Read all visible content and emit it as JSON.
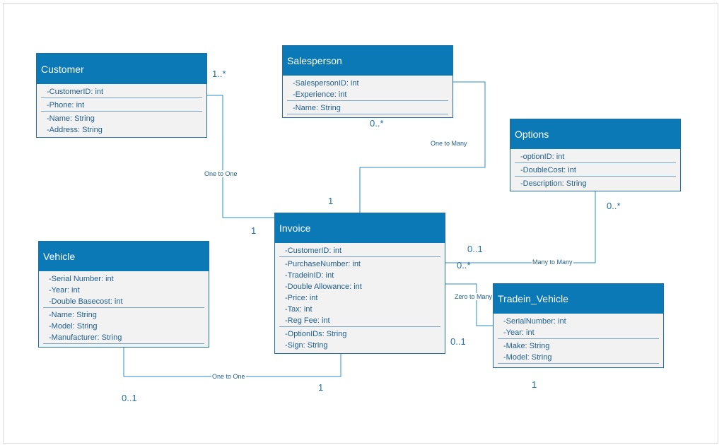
{
  "classes": {
    "customer": {
      "name": "Customer",
      "attrs": [
        "-CustomerID: int",
        "-Phone: int",
        "-Name: String",
        "-Address: String"
      ]
    },
    "salesperson": {
      "name": "Salesperson",
      "attrs": [
        "-SalespersonID: int",
        "-Experience: int",
        "-Name: String"
      ]
    },
    "options": {
      "name": "Options",
      "attrs": [
        "-optionID: int",
        "-DoubleCost: int",
        "-Description: String"
      ]
    },
    "invoice": {
      "name": "Invoice",
      "attrs": [
        "-CustomerID: int",
        "-PurchaseNumber: int",
        "-TradeinID: int",
        "-Double Allowance: int",
        "-Price: int",
        "-Tax: int",
        "-Reg Fee: int",
        "-OptionIDs: String",
        "-Sign: String"
      ]
    },
    "vehicle": {
      "name": "Vehicle",
      "attrs": [
        "-Serial Number: int",
        "-Year: int",
        "-Double Basecost: int",
        "-Name: String",
        "-Model: String",
        "-Manufacturer: String"
      ]
    },
    "tradein": {
      "name": "Tradein_Vehicle",
      "attrs": [
        "-SerialNumber: int",
        "-Year: int",
        "-Make: String",
        "-Model: String"
      ]
    }
  },
  "relations": {
    "customer_invoice": "One to One",
    "salesperson_invoice": "One to Many",
    "invoice_options": "Many to Many",
    "invoice_tradein": "Zero to Many",
    "vehicle_invoice": "One to One"
  },
  "multiplicities": {
    "customer": "1..*",
    "customer_invoice_end": "1",
    "salesperson": "0..*",
    "salesperson_invoice_end": "1",
    "options": "0..*",
    "invoice_options_a": "0..1",
    "invoice_options_b": "0..*",
    "invoice_tradein": "0..1",
    "tradein": "1",
    "vehicle": "0..1",
    "vehicle_invoice_end": "1"
  },
  "colors": {
    "header": "#0b79b5",
    "body": "#f2f2f2",
    "line": "#2a8cc4",
    "text": "#1f5f8f"
  }
}
